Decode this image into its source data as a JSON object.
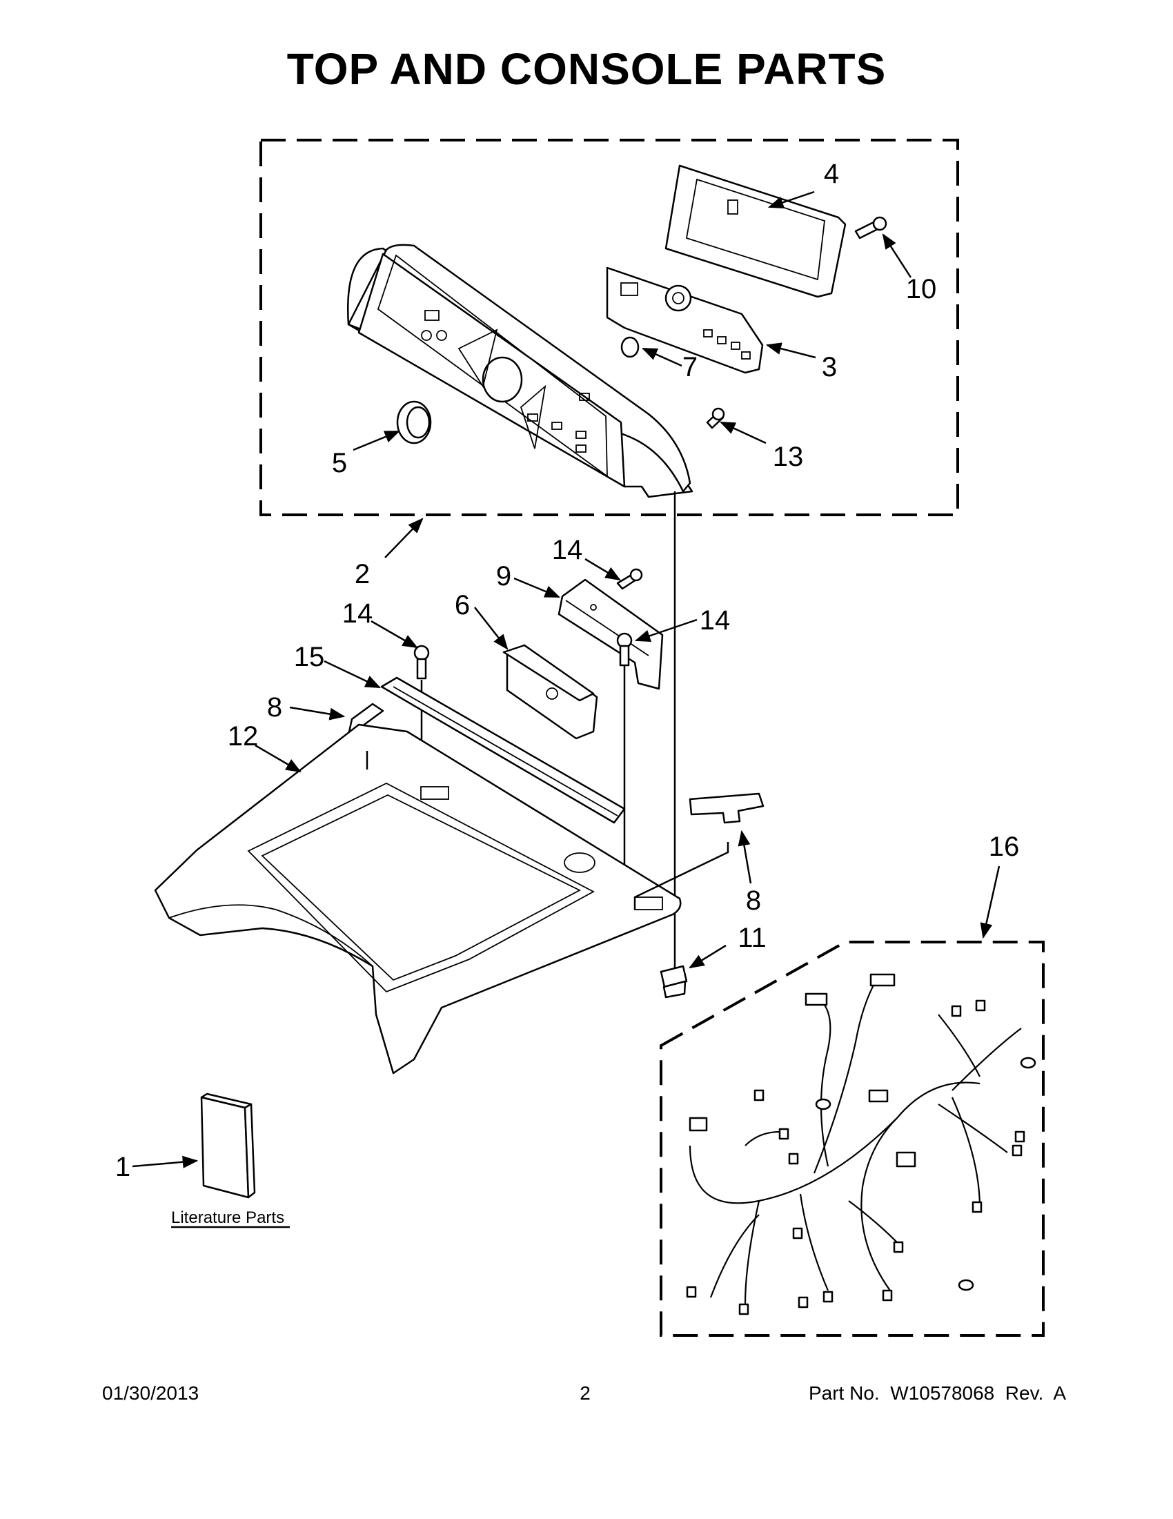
{
  "title": "TOP AND CONSOLE PARTS",
  "callouts": {
    "c1": "1",
    "c2": "2",
    "c3": "3",
    "c4": "4",
    "c5": "5",
    "c6": "6",
    "c7": "7",
    "c8a": "8",
    "c8b": "8",
    "c9": "9",
    "c10": "10",
    "c11": "11",
    "c12": "12",
    "c13": "13",
    "c14a": "14",
    "c14b": "14",
    "c14c": "14",
    "c15": "15",
    "c16": "16"
  },
  "literature_label": "Literature Parts",
  "footer": {
    "date": "01/30/2013",
    "page": "2",
    "part_number": "Part No.  W10578068  Rev.  A"
  }
}
